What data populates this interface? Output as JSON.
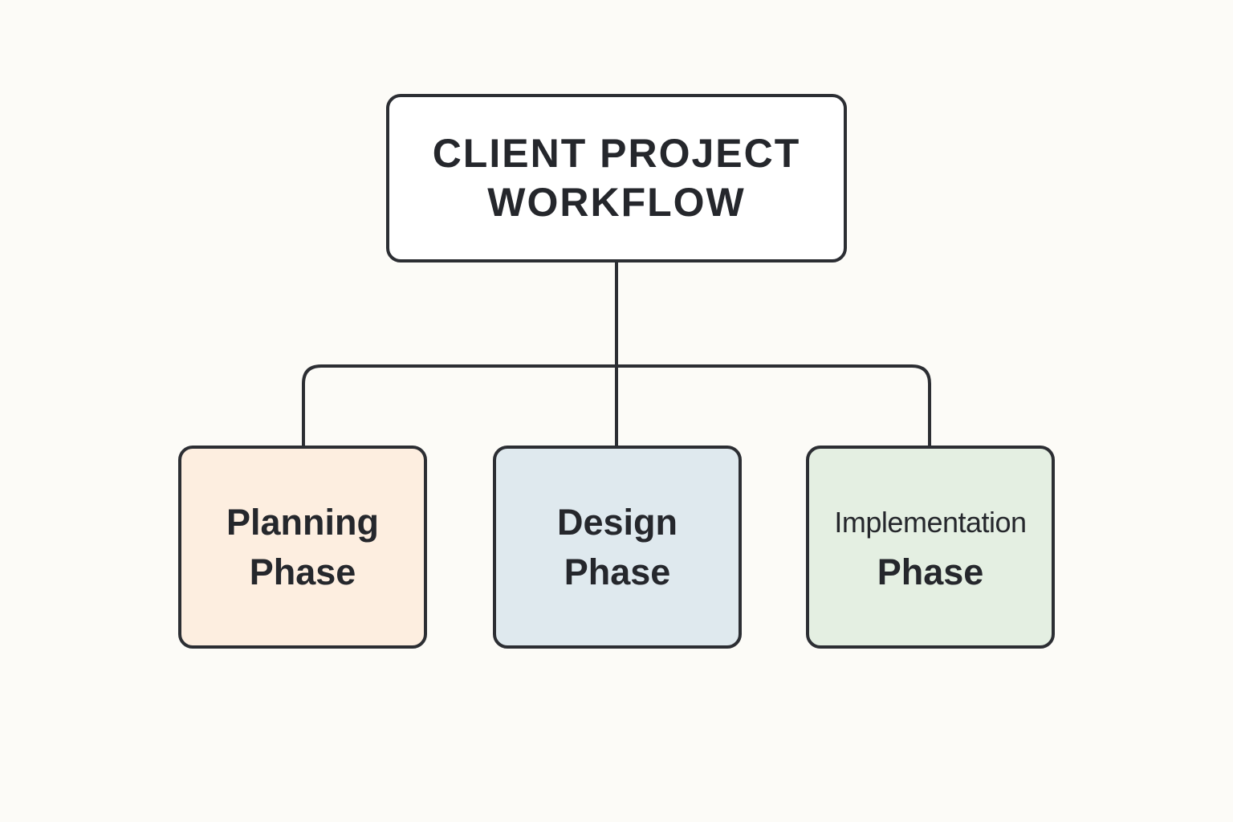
{
  "title": {
    "lines": [
      "CLIENT PROJECT",
      "WORKFLOW"
    ]
  },
  "phases": [
    {
      "lines": [
        "Planning",
        "Phase"
      ],
      "fill": "#fdeee0"
    },
    {
      "lines": [
        "Design",
        "Phase"
      ],
      "fill": "#dfe9ee"
    },
    {
      "lines": [
        "Implementation",
        "Phase"
      ],
      "fill": "#e4efe2"
    }
  ],
  "colors": {
    "background": "#fcfbf7",
    "stroke": "#2c2e33",
    "text": "#25272c"
  }
}
